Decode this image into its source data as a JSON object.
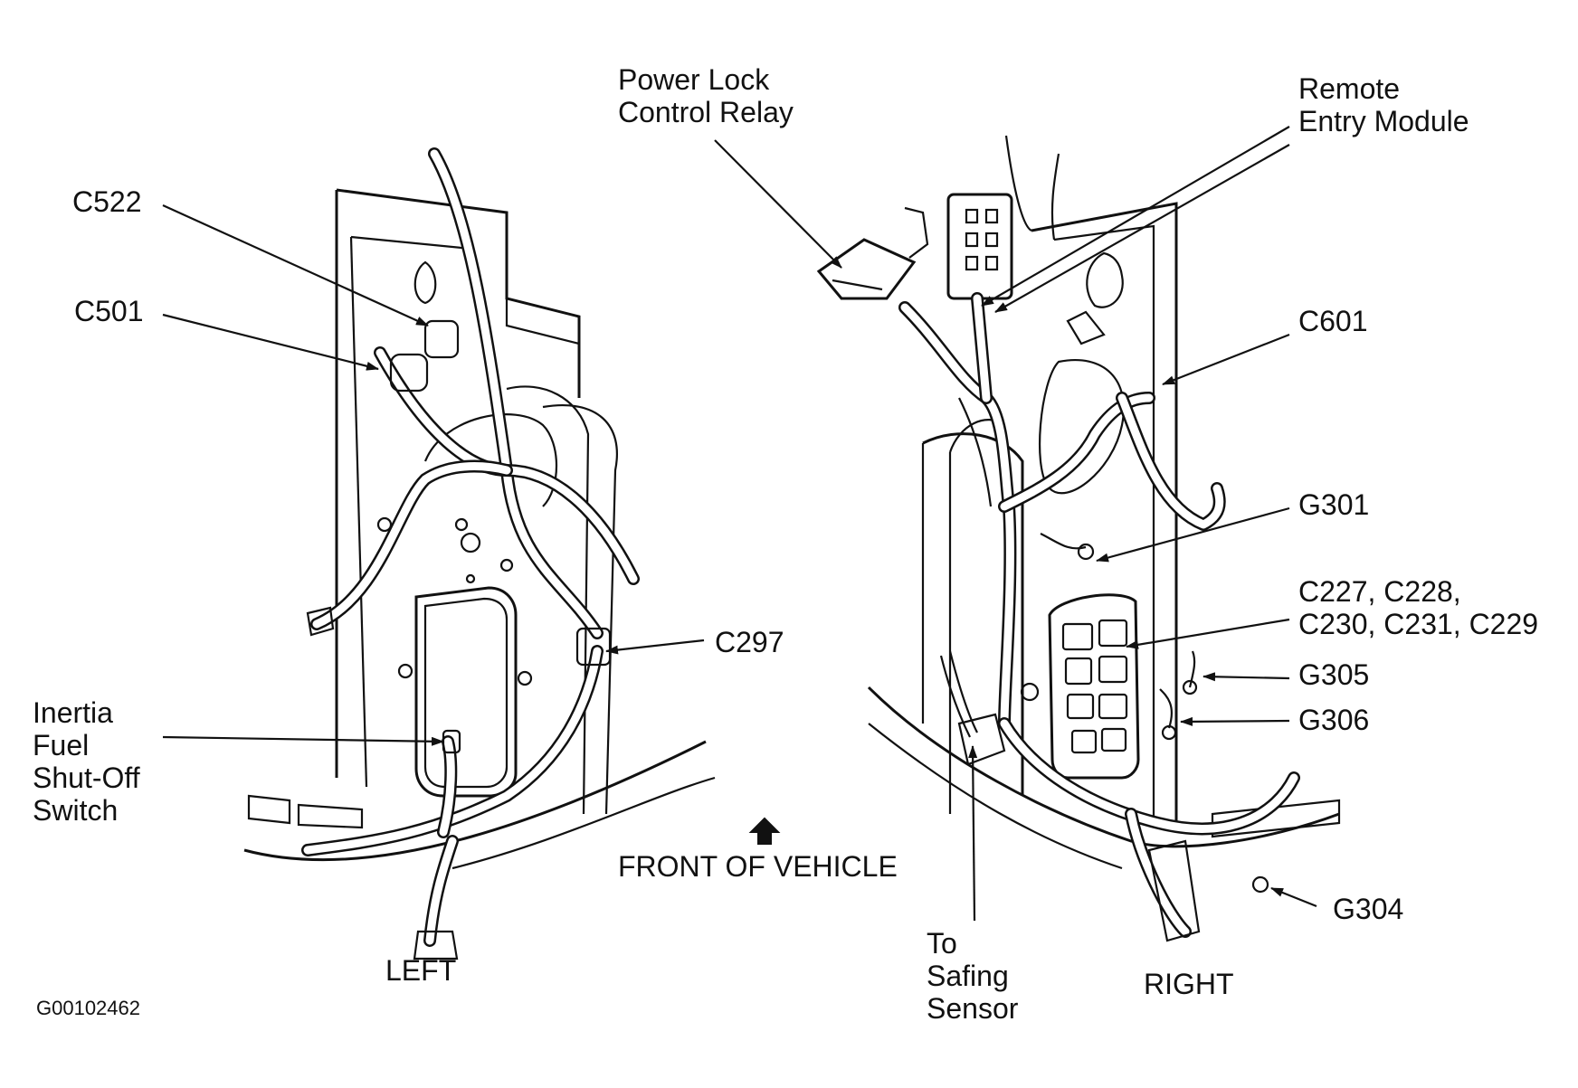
{
  "figure_id": "G00102462",
  "front_of_vehicle": "FRONT OF VEHICLE",
  "left": {
    "view_label": "LEFT",
    "callouts": {
      "c522": "C522",
      "c501": "C501",
      "c297": "C297",
      "inertia_switch": "Inertia\nFuel\nShut-Off\nSwitch"
    }
  },
  "right": {
    "view_label": "RIGHT",
    "callouts": {
      "power_lock_relay": "Power Lock\nControl Relay",
      "remote_entry_module": "Remote\nEntry Module",
      "c601": "C601",
      "g301": "G301",
      "fuse_connectors": "C227, C228,\nC230, C231, C229",
      "g305": "G305",
      "g306": "G306",
      "g304": "G304",
      "safing_sensor": "To\nSafing\nSensor"
    }
  }
}
